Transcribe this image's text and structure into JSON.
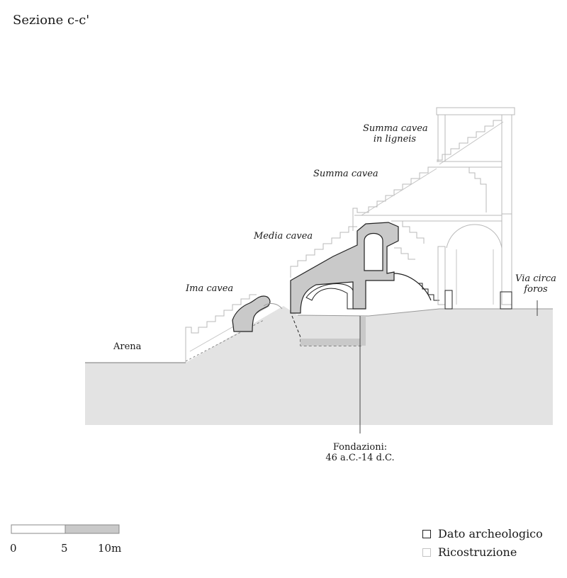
{
  "title": "Sezione c-c'",
  "labels": {
    "arena": "Arena",
    "ima_cavea": "Ima cavea",
    "media_cavea": "Media cavea",
    "summa_cavea": "Summa cavea",
    "summa_cavea_ligneis_1": "Summa cavea",
    "summa_cavea_ligneis_2": "in ligneis",
    "via_circa_1": "Via circa",
    "via_circa_2": "foros",
    "fondazioni_1": "Fondazioni:",
    "fondazioni_2": "46 a.C.-14 d.C."
  },
  "legend": {
    "archaeological": "Dato archeologico",
    "reconstruction": "Ricostruzione"
  },
  "scale": {
    "zero": "0",
    "five": "5",
    "ten": "10m"
  },
  "colors": {
    "ground": "#e3e3e3",
    "dark_fill": "#c9c9c9",
    "dark_line": "#222222",
    "light_line": "#b8b8b8"
  }
}
